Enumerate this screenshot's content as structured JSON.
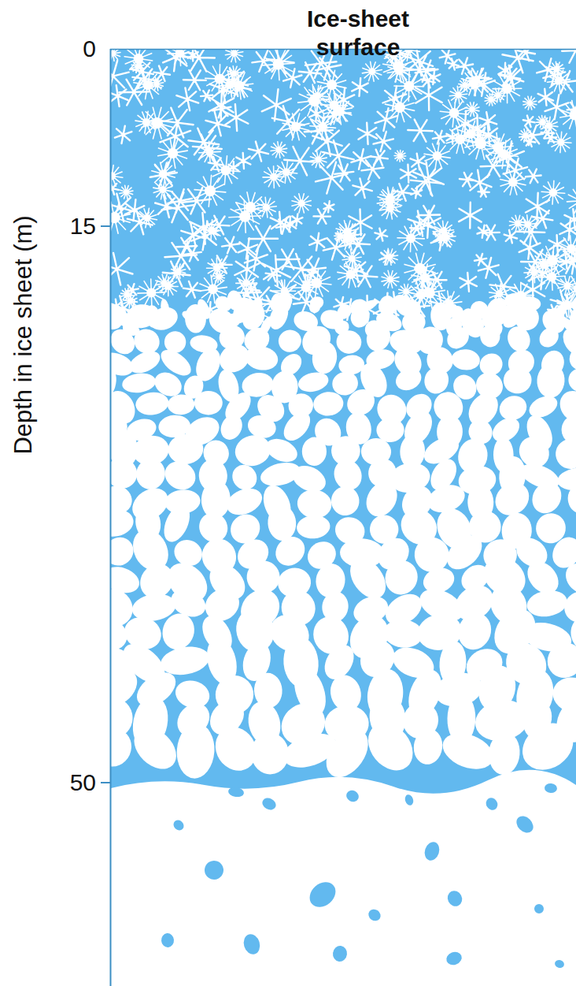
{
  "diagram": {
    "labels": [
      "Ice-sheet surface",
      "Depth in ice sheet (m)",
      "0",
      "15",
      "50"
    ]
  }
}
